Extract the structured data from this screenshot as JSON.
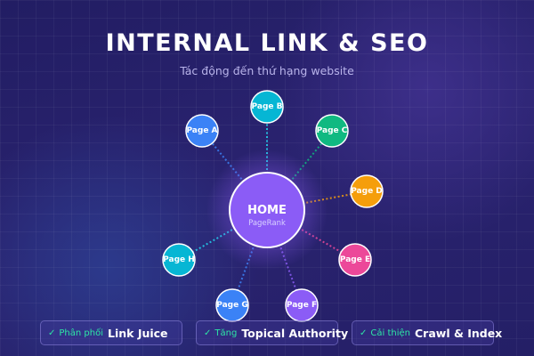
{
  "header": {
    "title": "INTERNAL LINK & SEO",
    "subtitle": "Tác động đến thứ hạng website"
  },
  "hub": {
    "label": "HOME",
    "sublabel": "PageRank",
    "color": "#8b5cf6"
  },
  "pages": [
    {
      "label": "Page A",
      "color": "#3b82f6",
      "link_color": "#3b82f6"
    },
    {
      "label": "Page B",
      "color": "#06b6d4",
      "link_color": "#22d3ee"
    },
    {
      "label": "Page C",
      "color": "#10b981",
      "link_color": "#10b981"
    },
    {
      "label": "Page D",
      "color": "#f59e0b",
      "link_color": "#f59e0b"
    },
    {
      "label": "Page E",
      "color": "#ec4899",
      "link_color": "#ec4899"
    },
    {
      "label": "Page F",
      "color": "#8b5cf6",
      "link_color": "#8b5cf6"
    },
    {
      "label": "Page G",
      "color": "#3b82f6",
      "link_color": "#3b82f6"
    },
    {
      "label": "Page H",
      "color": "#06b6d4",
      "link_color": "#22d3ee"
    }
  ],
  "benefits": [
    {
      "check": "✓",
      "prefix": "Phân phối",
      "main": "Link Juice"
    },
    {
      "check": "✓",
      "prefix": "Tăng",
      "main": "Topical Authority"
    },
    {
      "check": "✓",
      "prefix": "Cải thiện",
      "main": "Crawl & Index"
    }
  ]
}
